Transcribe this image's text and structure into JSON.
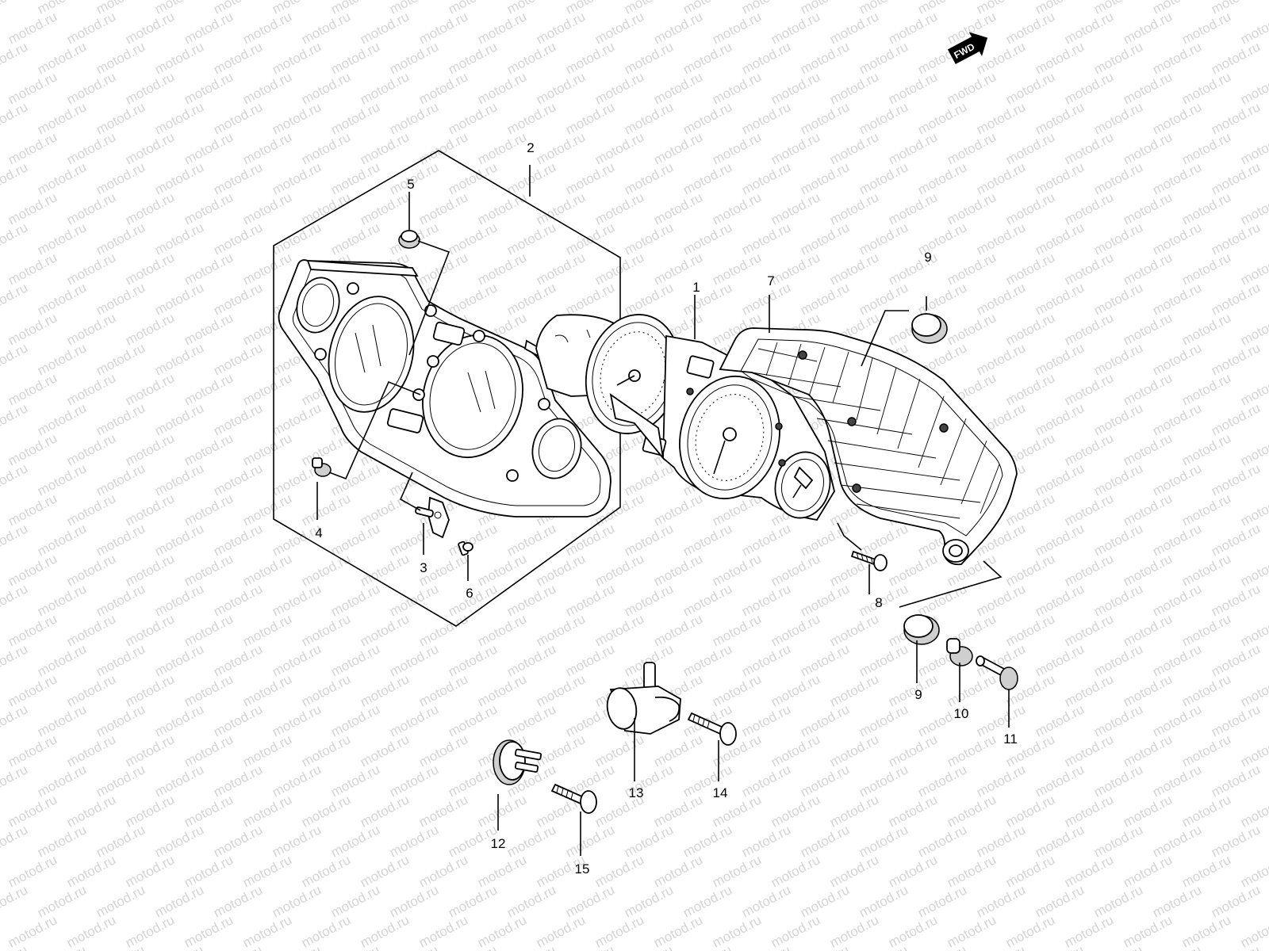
{
  "watermark": {
    "text": "motod.ru",
    "color": "#d4d4d4"
  },
  "fwd_badge": {
    "label": "FWD"
  },
  "callouts": [
    "1",
    "2",
    "3",
    "4",
    "5",
    "6",
    "7",
    "8",
    "9",
    "9",
    "10",
    "11",
    "12",
    "13",
    "14",
    "15"
  ],
  "colors": {
    "line": "#000000",
    "background": "#ffffff",
    "part_shade": "#cfcfcf"
  }
}
